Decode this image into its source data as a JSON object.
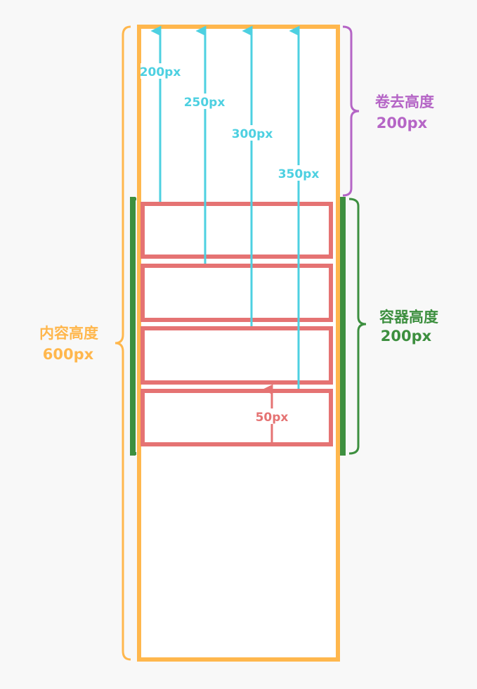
{
  "labels": {
    "content_height_title": "内容高度",
    "content_height_value": "600px",
    "scrolled_title": "卷去高度",
    "scrolled_value": "200px",
    "container_title": "容器高度",
    "container_value": "200px",
    "item_offset": "50px"
  },
  "offsets": [
    "200px",
    "250px",
    "300px",
    "350px"
  ],
  "colors": {
    "content": "#ffb74d",
    "scrolled": "#b565c6",
    "container": "#3d8f3f",
    "item": "#e57373",
    "arrow": "#4dd0e1",
    "background": "#f8f8f8"
  }
}
